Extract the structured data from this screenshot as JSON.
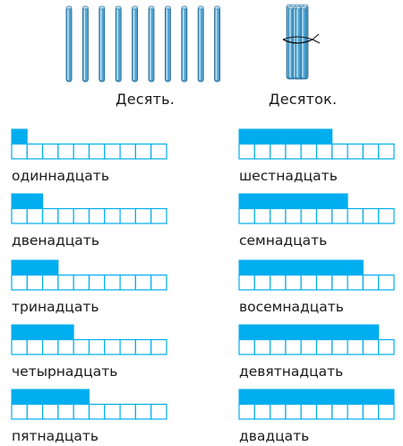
{
  "captions": {
    "left": "Десять.",
    "right": "Десяток."
  },
  "colors": {
    "filled": "#00aeef",
    "grid_line": "#00aeef",
    "stick_body": "#4fa4d2",
    "stick_shadow": "#1f5f86"
  },
  "sticks": {
    "loose_count": 10,
    "bundle_count": 10
  },
  "numbers": [
    {
      "label": "одиннадцать",
      "filled": 1
    },
    {
      "label": "двенадцать",
      "filled": 2
    },
    {
      "label": "тринадцать",
      "filled": 3
    },
    {
      "label": "четырнадцать",
      "filled": 4
    },
    {
      "label": "пятнадцать",
      "filled": 5
    },
    {
      "label": "шестнадцать",
      "filled": 6
    },
    {
      "label": "семнадцать",
      "filled": 7
    },
    {
      "label": "восемнадцать",
      "filled": 8
    },
    {
      "label": "девятнадцать",
      "filled": 9
    },
    {
      "label": "двадцать",
      "filled": 10
    }
  ]
}
